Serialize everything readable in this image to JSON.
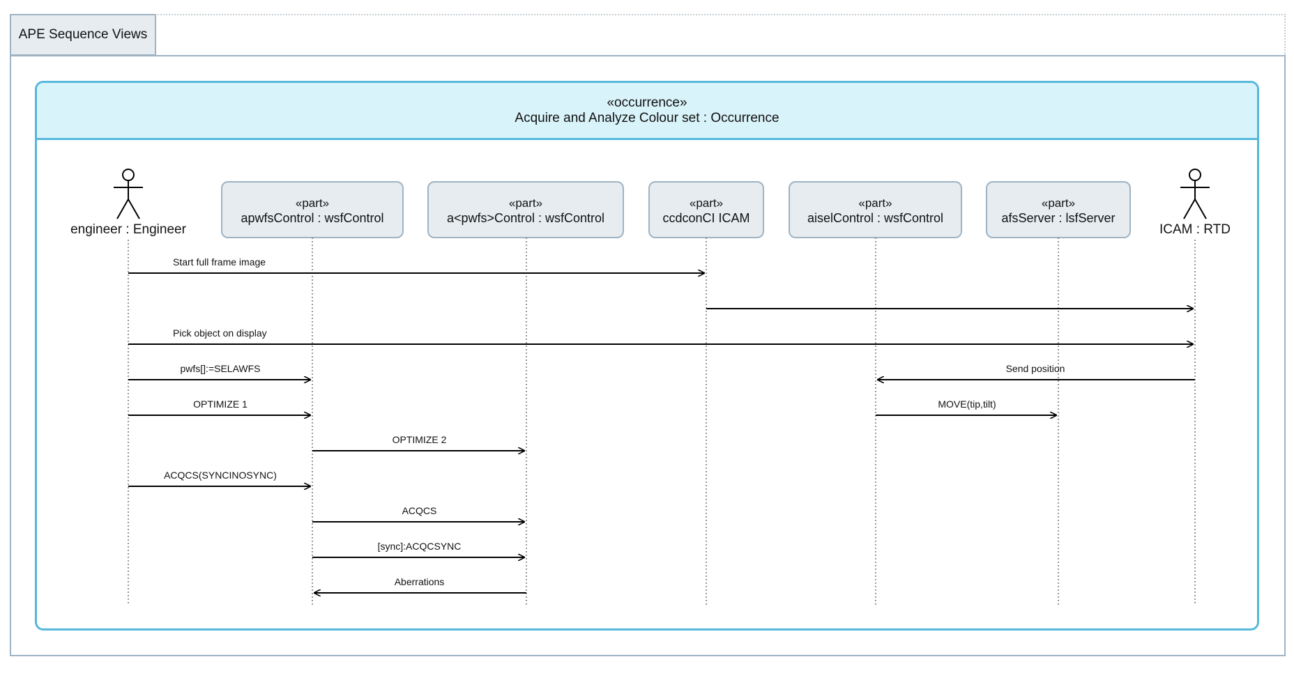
{
  "view_tab": {
    "label": "APE Sequence Views"
  },
  "occurrence": {
    "stereotype": "«occurrence»",
    "title": "Acquire and Analyze Colour set : Occurrence"
  },
  "lifelines": [
    {
      "id": "engineer",
      "kind": "actor",
      "label": "engineer : Engineer"
    },
    {
      "id": "apwfs",
      "kind": "part",
      "stereotype": "«part»",
      "label": "apwfsControl : wsfControl"
    },
    {
      "id": "apwfs2",
      "kind": "part",
      "stereotype": "«part»",
      "label": "a<pwfs>Control : wsfControl"
    },
    {
      "id": "ccd",
      "kind": "part",
      "stereotype": "«part»",
      "label": "ccdconCI ICAM"
    },
    {
      "id": "aisel",
      "kind": "part",
      "stereotype": "«part»",
      "label": "aiselControl : wsfControl"
    },
    {
      "id": "afs",
      "kind": "part",
      "stereotype": "«part»",
      "label": "afsServer : lsfServer"
    },
    {
      "id": "icam",
      "kind": "actor",
      "label": "ICAM : RTD"
    }
  ],
  "messages": [
    {
      "label": "Start full frame image",
      "from": "engineer",
      "to": "ccd",
      "align": "start"
    },
    {
      "label": "",
      "from": "ccd",
      "to": "icam",
      "align": "center"
    },
    {
      "label": "Pick object on display",
      "from": "engineer",
      "to": "icam",
      "align": "start"
    },
    {
      "label": "pwfs[]:=SELAWFS",
      "from": "engineer",
      "to": "apwfs",
      "align": "center"
    },
    {
      "label": "Send position",
      "from": "icam",
      "to": "aisel",
      "align": "center"
    },
    {
      "label": "OPTIMIZE 1",
      "from": "engineer",
      "to": "apwfs",
      "align": "center"
    },
    {
      "label": "MOVE(tip,tilt)",
      "from": "aisel",
      "to": "afs",
      "align": "center"
    },
    {
      "label": "OPTIMIZE 2",
      "from": "apwfs",
      "to": "apwfs2",
      "align": "center"
    },
    {
      "label": "ACQCS(SYNCINOSYNC)",
      "from": "engineer",
      "to": "apwfs",
      "align": "center"
    },
    {
      "label": "ACQCS",
      "from": "apwfs",
      "to": "apwfs2",
      "align": "center"
    },
    {
      "label": "[sync]:ACQCSYNC",
      "from": "apwfs",
      "to": "apwfs2",
      "align": "center"
    },
    {
      "label": "Aberrations",
      "from": "apwfs2",
      "to": "apwfs",
      "align": "center"
    }
  ]
}
